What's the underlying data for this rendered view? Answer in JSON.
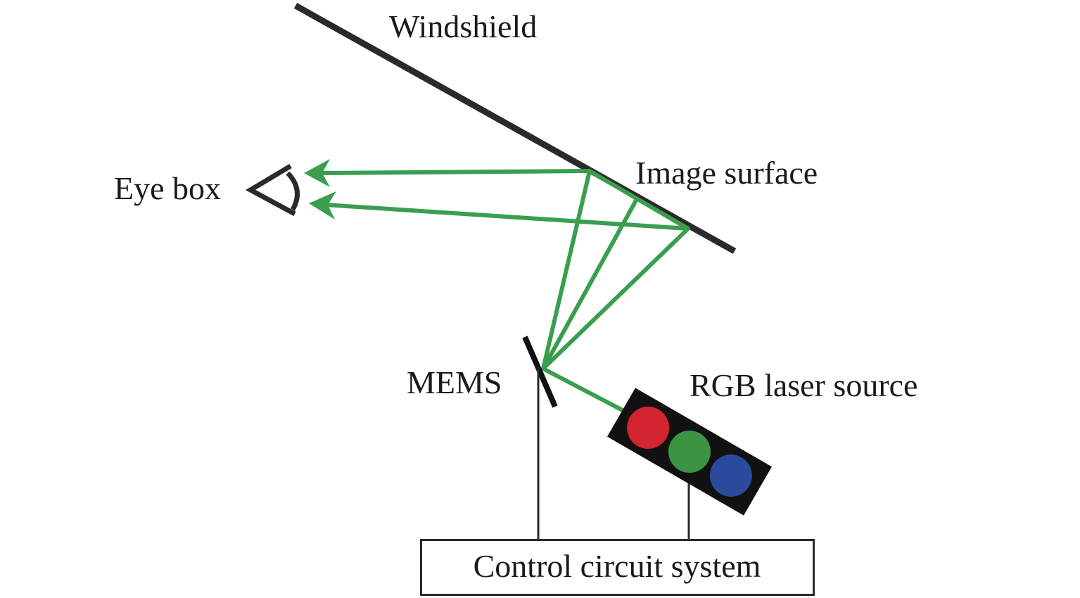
{
  "labels": {
    "windshield": "Windshield",
    "image_surface": "Image surface",
    "eye_box": "Eye box",
    "mems": "MEMS",
    "rgb_laser_source": "RGB laser source",
    "control_circuit_system": "Control circuit system"
  },
  "colors": {
    "beam": "#3a9e4f",
    "structure": "#2a2a2a",
    "red_laser": "#d42430",
    "green_laser": "#3b9443",
    "blue_laser": "#2a4a9e",
    "laser_housing": "#111111"
  },
  "icons": {
    "eye": "eye-icon",
    "arrows": "arrow-head-icon"
  }
}
